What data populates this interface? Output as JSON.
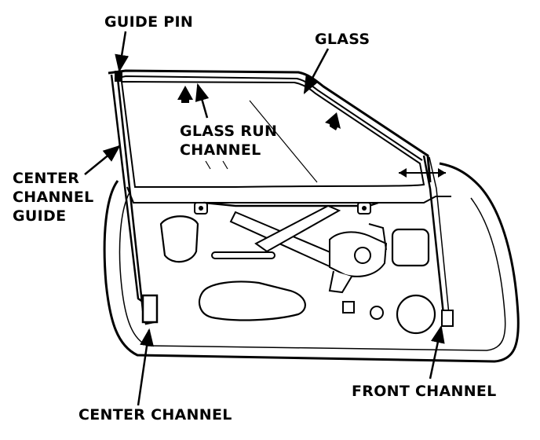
{
  "labels": {
    "guide_pin": "GUIDE PIN",
    "glass": "GLASS",
    "glass_run_channel": {
      "line1": "GLASS RUN",
      "line2": "CHANNEL"
    },
    "center_channel_guide": {
      "line1": "CENTER",
      "line2": "CHANNEL",
      "line3": "GUIDE"
    },
    "front_channel": "FRONT CHANNEL",
    "center_channel": "CENTER CHANNEL"
  },
  "colors": {
    "ink": "#000000",
    "paper": "#ffffff"
  },
  "icons": [
    "up-arrow-icon",
    "double-arrow-icon"
  ]
}
